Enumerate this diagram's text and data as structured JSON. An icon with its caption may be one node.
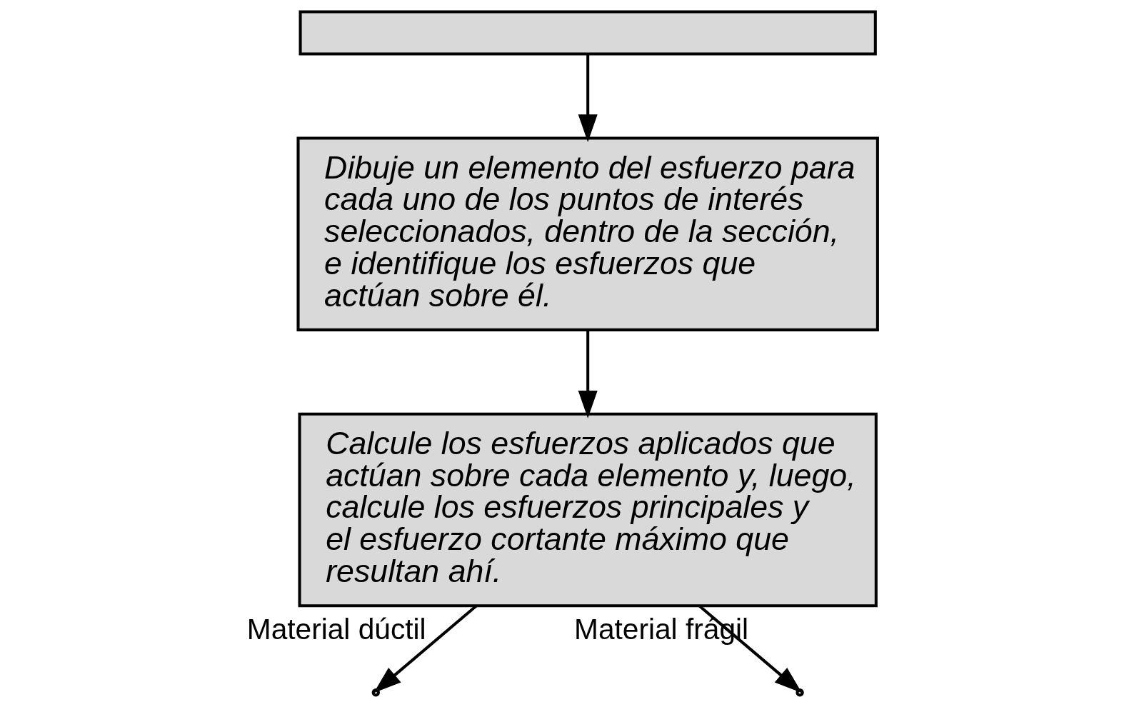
{
  "diagram": {
    "nodes": [
      {
        "text": [],
        "shape": "box"
      },
      {
        "text": [
          "Dibuje un elemento del esfuerzo para cada uno de los puntos de interés seleccionados, dentro de la sección, e identifique los esfuerzos que actúan sobre él."
        ]
      },
      {
        "text": [
          "Calcule los esfuerzos aplicados que actúan sobre cada elemento y, luego, calcule los esfuerzos principales y el esfuerzo cortante máximo que resultan ahí."
        ]
      }
    ],
    "edges": [
      {
        "from": 0,
        "to": 1,
        "arrow": "to"
      },
      {
        "from": 1,
        "to": 2,
        "arrow": "to"
      },
      {
        "from": 2,
        "to": null,
        "arrow": "to",
        "label": "Material dúctil"
      },
      {
        "from": 2,
        "to": null,
        "arrow": "to",
        "label": "Material frágil"
      }
    ]
  }
}
